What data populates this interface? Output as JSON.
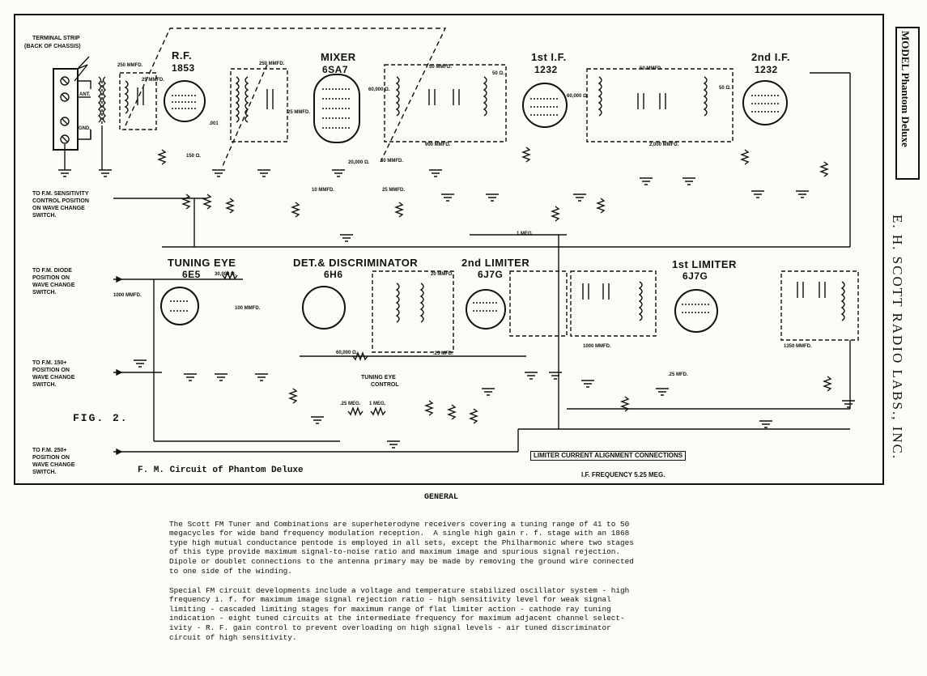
{
  "header": {
    "model": "MODEL Phantom Deluxe",
    "company": "E. H. SCOTT RADIO LABS., INC."
  },
  "labels": {
    "terminal_strip": "TERMINAL STRIP",
    "back_of_chassis": "(BACK OF CHASSIS)",
    "ant": "ANT.",
    "gnd": "GND.",
    "tuning_eye_control_1": "TUNING EYE",
    "tuning_eye_control_2": "CONTROL",
    "limiter_alignment": "LIMITER CURRENT ALIGNMENT CONNECTIONS",
    "if_frequency": "I.F. FREQUENCY 5.25 MEG."
  },
  "tubes": {
    "rf": {
      "name": "R.F.",
      "type": "1853"
    },
    "mixer": {
      "name": "MIXER",
      "type": "6SA7"
    },
    "if1": {
      "name": "1st I.F.",
      "type": "1232"
    },
    "if2": {
      "name": "2nd I.F.",
      "type": "1232"
    },
    "eye": {
      "name": "TUNING EYE",
      "type": "6E5"
    },
    "det": {
      "name": "DET.& DISCRIMINATOR",
      "type": "6H6"
    },
    "lim2": {
      "name": "2nd LIMITER",
      "type": "6J7G"
    },
    "lim1": {
      "name": "1st LIMITER",
      "type": "6J7G"
    }
  },
  "values": {
    "v1": "250 MMFD.",
    "v2": "25 MMFD.",
    "v3": "250 MMFD.",
    "v4": "25 MMFD.",
    "v5": ".001",
    "v6": "150 Ω.",
    "v7": "60,000 Ω.",
    "v8": "50 MMFD.",
    "v9": "50 Ω.",
    "v10": "20,000 Ω.",
    "v11": "900 MMFD.",
    "v12": "50 MMFD.",
    "v13": "10 MMFD.",
    "v14": "25 MMFD.",
    "v15": "60,000 Ω.",
    "v16": "50 MMFD.",
    "v17": "2,000 MMFD.",
    "v18": "50 Ω.",
    "v19": "1 MEG.",
    "v20": "30,000 Ω.",
    "v21": "1000 MMFD.",
    "v22": "100 MMFD.",
    "v23": "60,000 Ω.",
    "v24": "20 MMFD.",
    "v25": ".25 MFD.",
    "v26": ".25 MEG.",
    "v27": "1 MEG.",
    "v28": "1000 MMFD.",
    "v29": ".25 MFD.",
    "v30": "1350 MMFD."
  },
  "notes": {
    "sensitivity": [
      "TO F.M. SENSITIVITY",
      "CONTROL POSITION",
      "ON WAVE CHANGE",
      "SWITCH."
    ],
    "diode": [
      "TO F.M. DIODE",
      "POSITION ON",
      "WAVE CHANGE",
      "SWITCH."
    ],
    "b150": [
      "TO F.M. 150+",
      "POSITION ON",
      "WAVE CHANGE",
      "SWITCH."
    ],
    "b250": [
      "TO F.M. 250+",
      "POSITION ON",
      "WAVE CHANGE",
      "SWITCH."
    ]
  },
  "figure": {
    "number": "FIG. 2.",
    "caption": "F. M. Circuit of Phantom Deluxe"
  },
  "general": {
    "heading": "GENERAL",
    "p1": [
      "The Scott FM Tuner and Combinations are superheterodyne receivers covering a tuning range of 41 to 50",
      "megacycles for wide band frequency modulation reception.  A single high gain r. f. stage with an 1868",
      "type high mutual conductance pentode is employed in all sets, except the Philharmonic where two stages",
      "of this type provide maximum signal-to-noise ratio and maximum image and spurious signal rejection.",
      "Dipole or doublet connections to the antenna primary may be made by removing the ground wire connected",
      "to one side of the winding.",
      ""
    ],
    "p2": [
      "Special FM circuit developments include a voltage and temperature stabilized oscillator system - high",
      "frequency i. f. for maximum image signal rejection ratio - high sensitivity level for weak signal",
      "limiting - cascaded limiting stages for maximum range of flat limiter action - cathode ray tuning",
      "indication - eight tuned circuits at the intermediate frequency for maximum adjacent channel select-",
      "ivity - R. F. gain control to prevent overloading on high signal levels - air tuned discriminator",
      "circuit of high sensitivity.",
      ""
    ]
  }
}
